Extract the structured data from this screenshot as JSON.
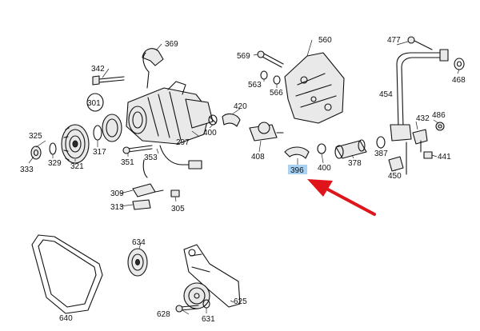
{
  "labels": {
    "l369": "369",
    "l342": "342",
    "l301": "301",
    "l325": "325",
    "l333": "333",
    "l329": "329",
    "l321": "321",
    "l317": "317",
    "l351": "351",
    "l353": "353",
    "l297": "297",
    "l309": "309",
    "l313": "313",
    "l305": "305",
    "l569": "569",
    "l560": "560",
    "l563": "563",
    "l566": "566",
    "l420": "420",
    "l400a": "400",
    "l408": "408",
    "l396": "396",
    "l400b": "400",
    "l378": "378",
    "l387": "387",
    "l477": "477",
    "l468": "468",
    "l454": "454",
    "l486": "486",
    "l432": "432",
    "l441": "441",
    "l450": "450",
    "l634": "634",
    "l640": "640",
    "l625": "625",
    "l628": "628",
    "l631": "631"
  },
  "highlight": {
    "part": "396",
    "box_color": "#a9d3f5",
    "arrow_color": "#e0141b"
  }
}
